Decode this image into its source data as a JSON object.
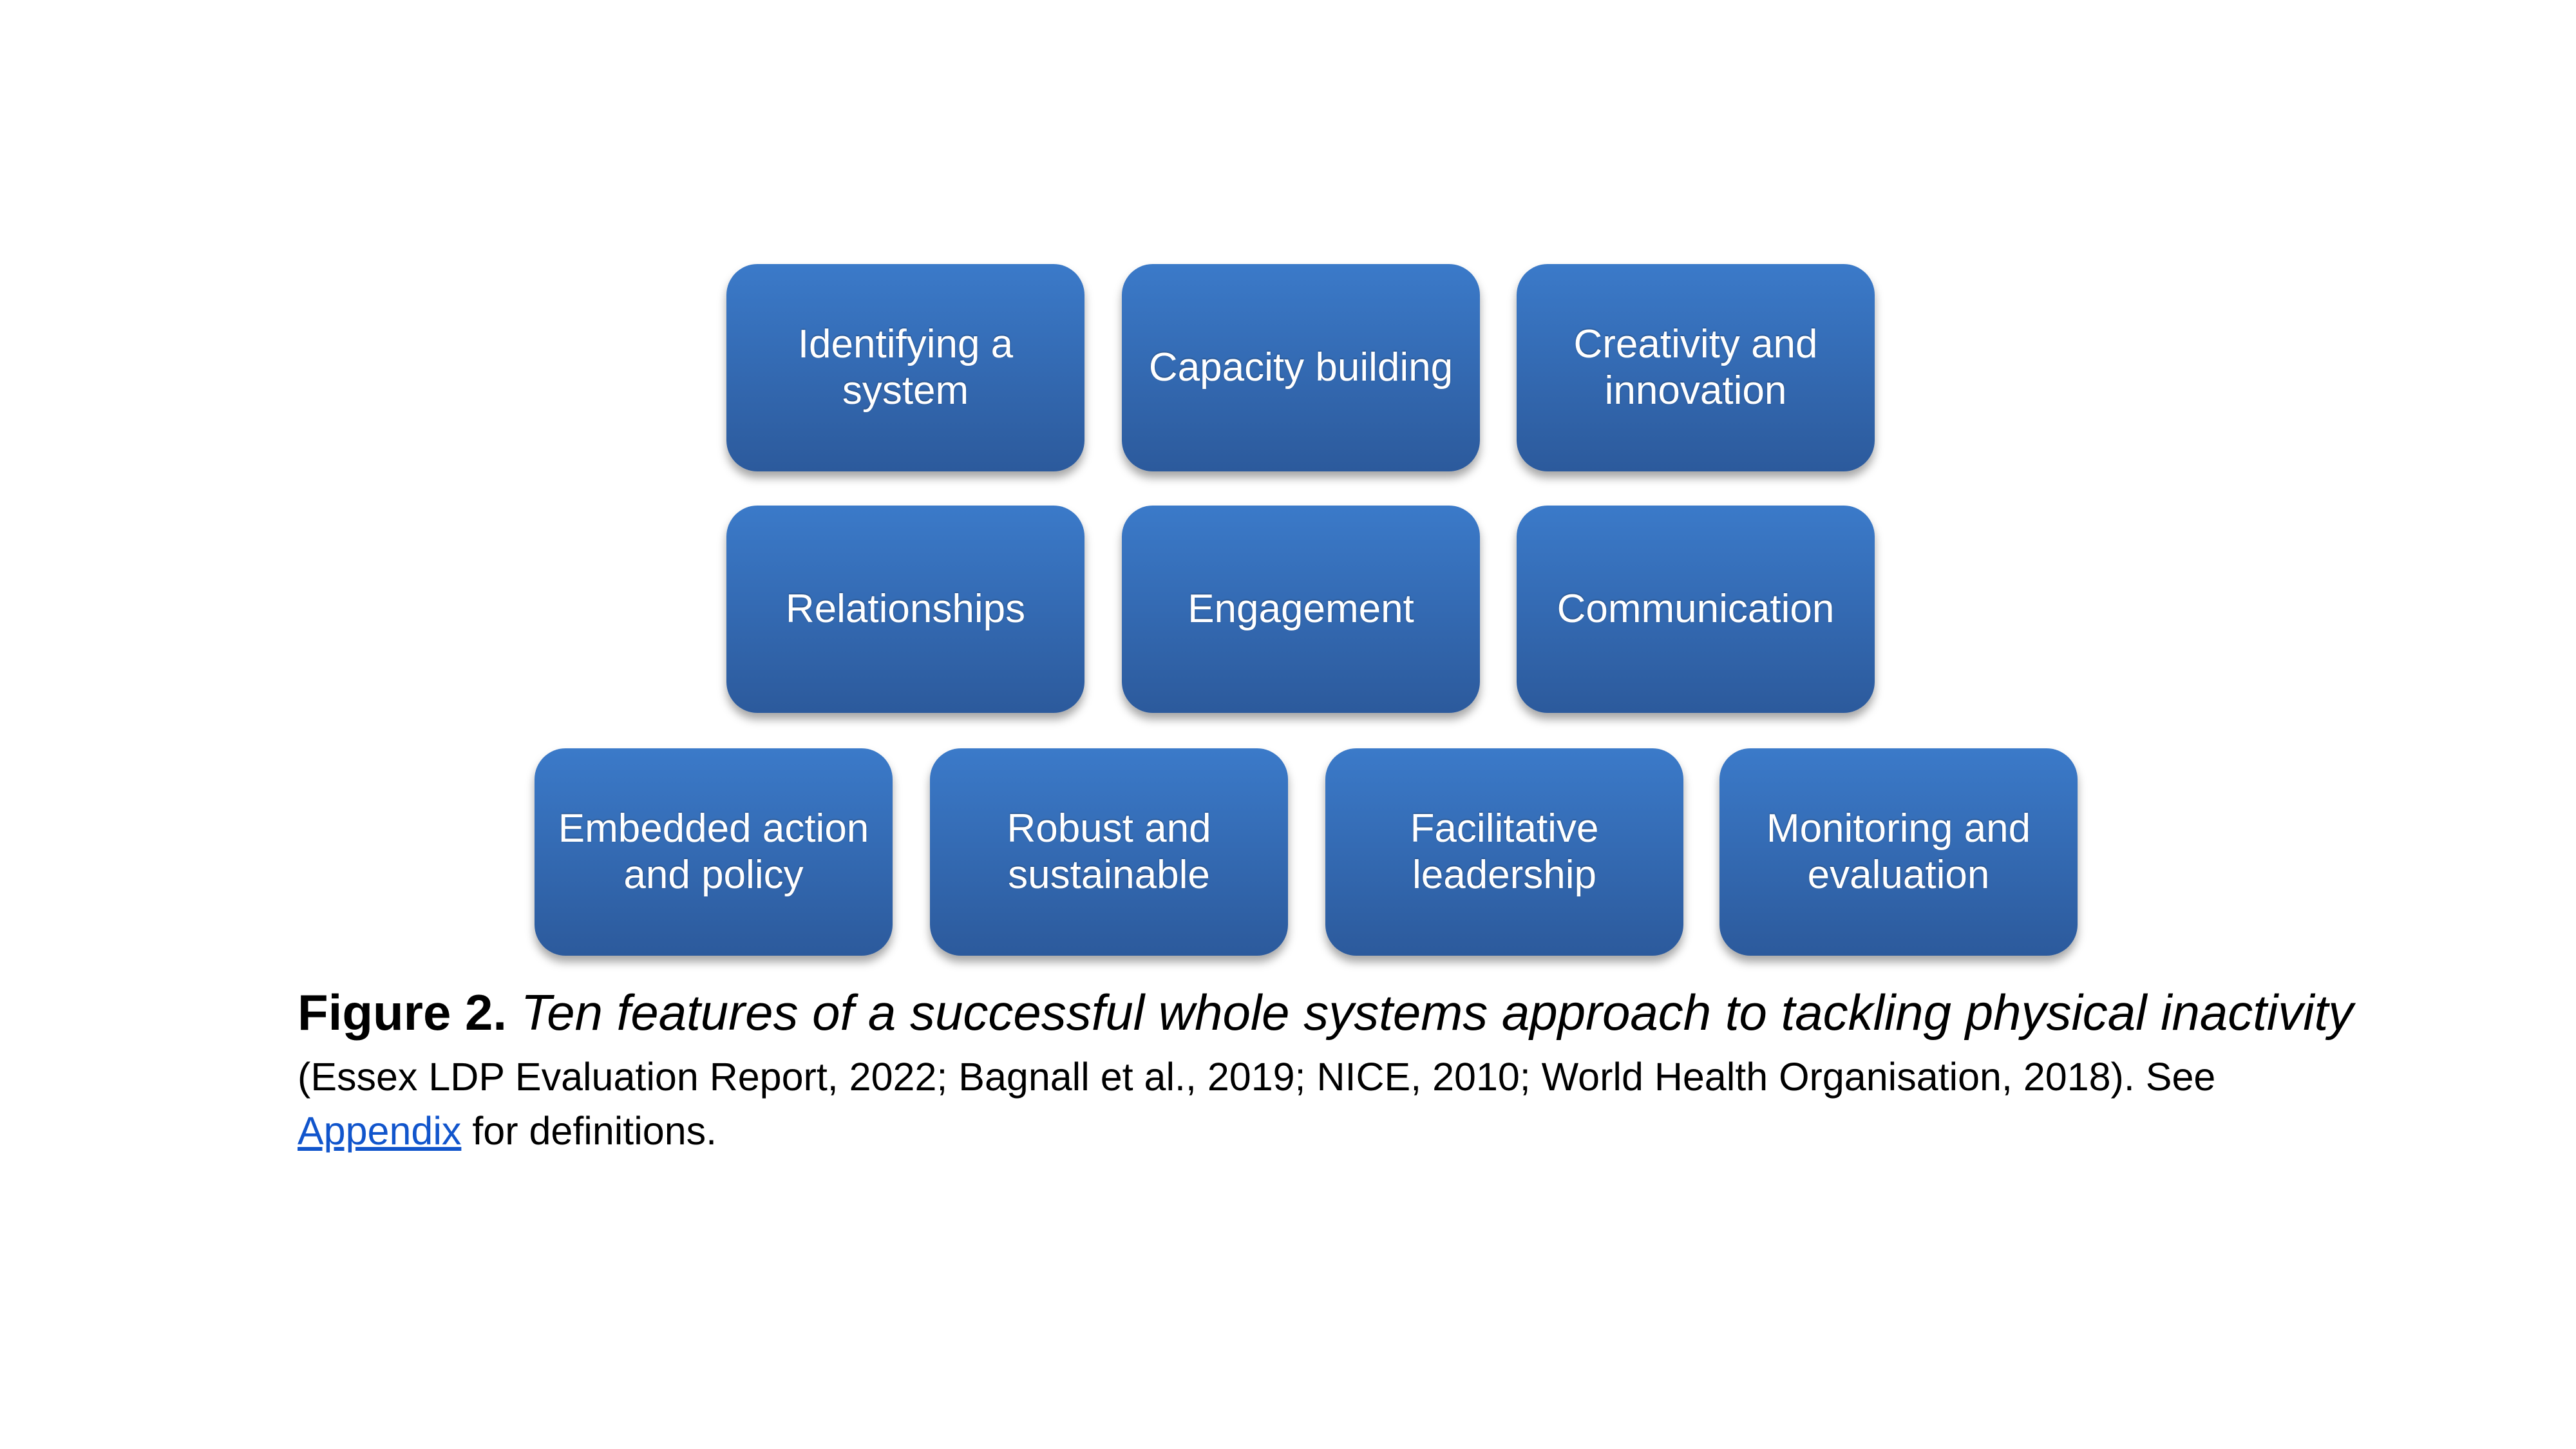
{
  "diagram": {
    "boxes": [
      {
        "label": "Identifying a system"
      },
      {
        "label": "Capacity building"
      },
      {
        "label": "Creativity and innovation"
      },
      {
        "label": "Relationships"
      },
      {
        "label": "Engagement"
      },
      {
        "label": "Communication"
      },
      {
        "label": "Embedded action and policy"
      },
      {
        "label": "Robust and sustainable"
      },
      {
        "label": "Facilitative leadership"
      },
      {
        "label": "Monitoring and evaluation"
      }
    ],
    "colors": {
      "box_top": "#3b7ac9",
      "box_bottom": "#2c5a9c",
      "box_text": "#ffffff"
    }
  },
  "caption": {
    "figure_label": "Figure 2.",
    "figure_title": "Ten features of a successful whole systems approach to tackling physical inactivity",
    "citations": "(Essex LDP Evaluation Report, 2022; Bagnall et al., 2019; NICE, 2010; World Health Organisation, 2018). See",
    "link_text": "Appendix",
    "after_link": "for definitions.",
    "link_color": "#1155cc"
  }
}
